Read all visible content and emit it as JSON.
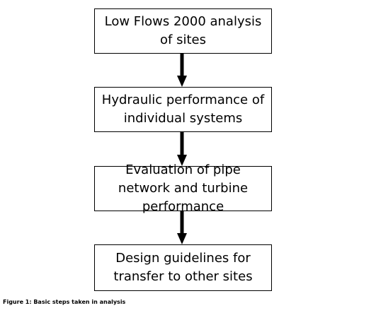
{
  "flowchart": {
    "steps": [
      {
        "label": "Low Flows 2000 analysis of sites"
      },
      {
        "label": "Hydraulic performance of individual systems"
      },
      {
        "label": "Evaluation of pipe network and turbine performance"
      },
      {
        "label": "Design guidelines for transfer to other sites"
      }
    ]
  },
  "caption": "Figure 1: Basic steps taken in analysis",
  "colors": {
    "line": "#000000",
    "background": "#ffffff"
  }
}
